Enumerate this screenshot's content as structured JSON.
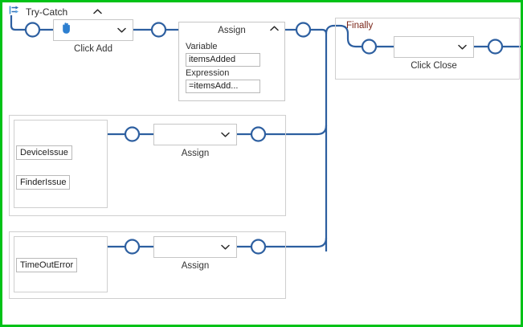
{
  "canvas": {
    "selection_color": "#00c217",
    "wire_color": "#2d5fa0",
    "node_border_color": "#c6c6c6",
    "scope_border_color": "#cfcfcf",
    "branch_label_color": "#7a2518"
  },
  "header": {
    "icon": "try-catch-icon",
    "title": "Try-Catch",
    "collapse_icon": "chevron-up-icon"
  },
  "try_branch": {
    "nodes": [
      {
        "id": "click-add",
        "icon": "hand-click-icon",
        "caption": "Click Add",
        "dropdown_icon": "chevron-down-icon",
        "value": ""
      },
      {
        "id": "assign-expanded",
        "title": "Assign",
        "collapse_icon": "chevron-up-icon",
        "fields": [
          {
            "label": "Variable",
            "value": "itemsAdded"
          },
          {
            "label": "Expression",
            "value": "=itemsAdd..."
          }
        ]
      }
    ]
  },
  "catch_branches": [
    {
      "id": "catch-device-finder",
      "exceptions": [
        "DeviceIssue",
        "FinderIssue"
      ],
      "node": {
        "id": "assign-1",
        "caption": "Assign",
        "dropdown_icon": "chevron-down-icon",
        "value": ""
      }
    },
    {
      "id": "catch-timeout",
      "exceptions": [
        "TimeOutError"
      ],
      "node": {
        "id": "assign-2",
        "caption": "Assign",
        "dropdown_icon": "chevron-down-icon",
        "value": ""
      }
    }
  ],
  "finally_branch": {
    "label": "Finally",
    "node": {
      "id": "click-close",
      "caption": "Click Close",
      "dropdown_icon": "chevron-down-icon",
      "value": ""
    }
  }
}
